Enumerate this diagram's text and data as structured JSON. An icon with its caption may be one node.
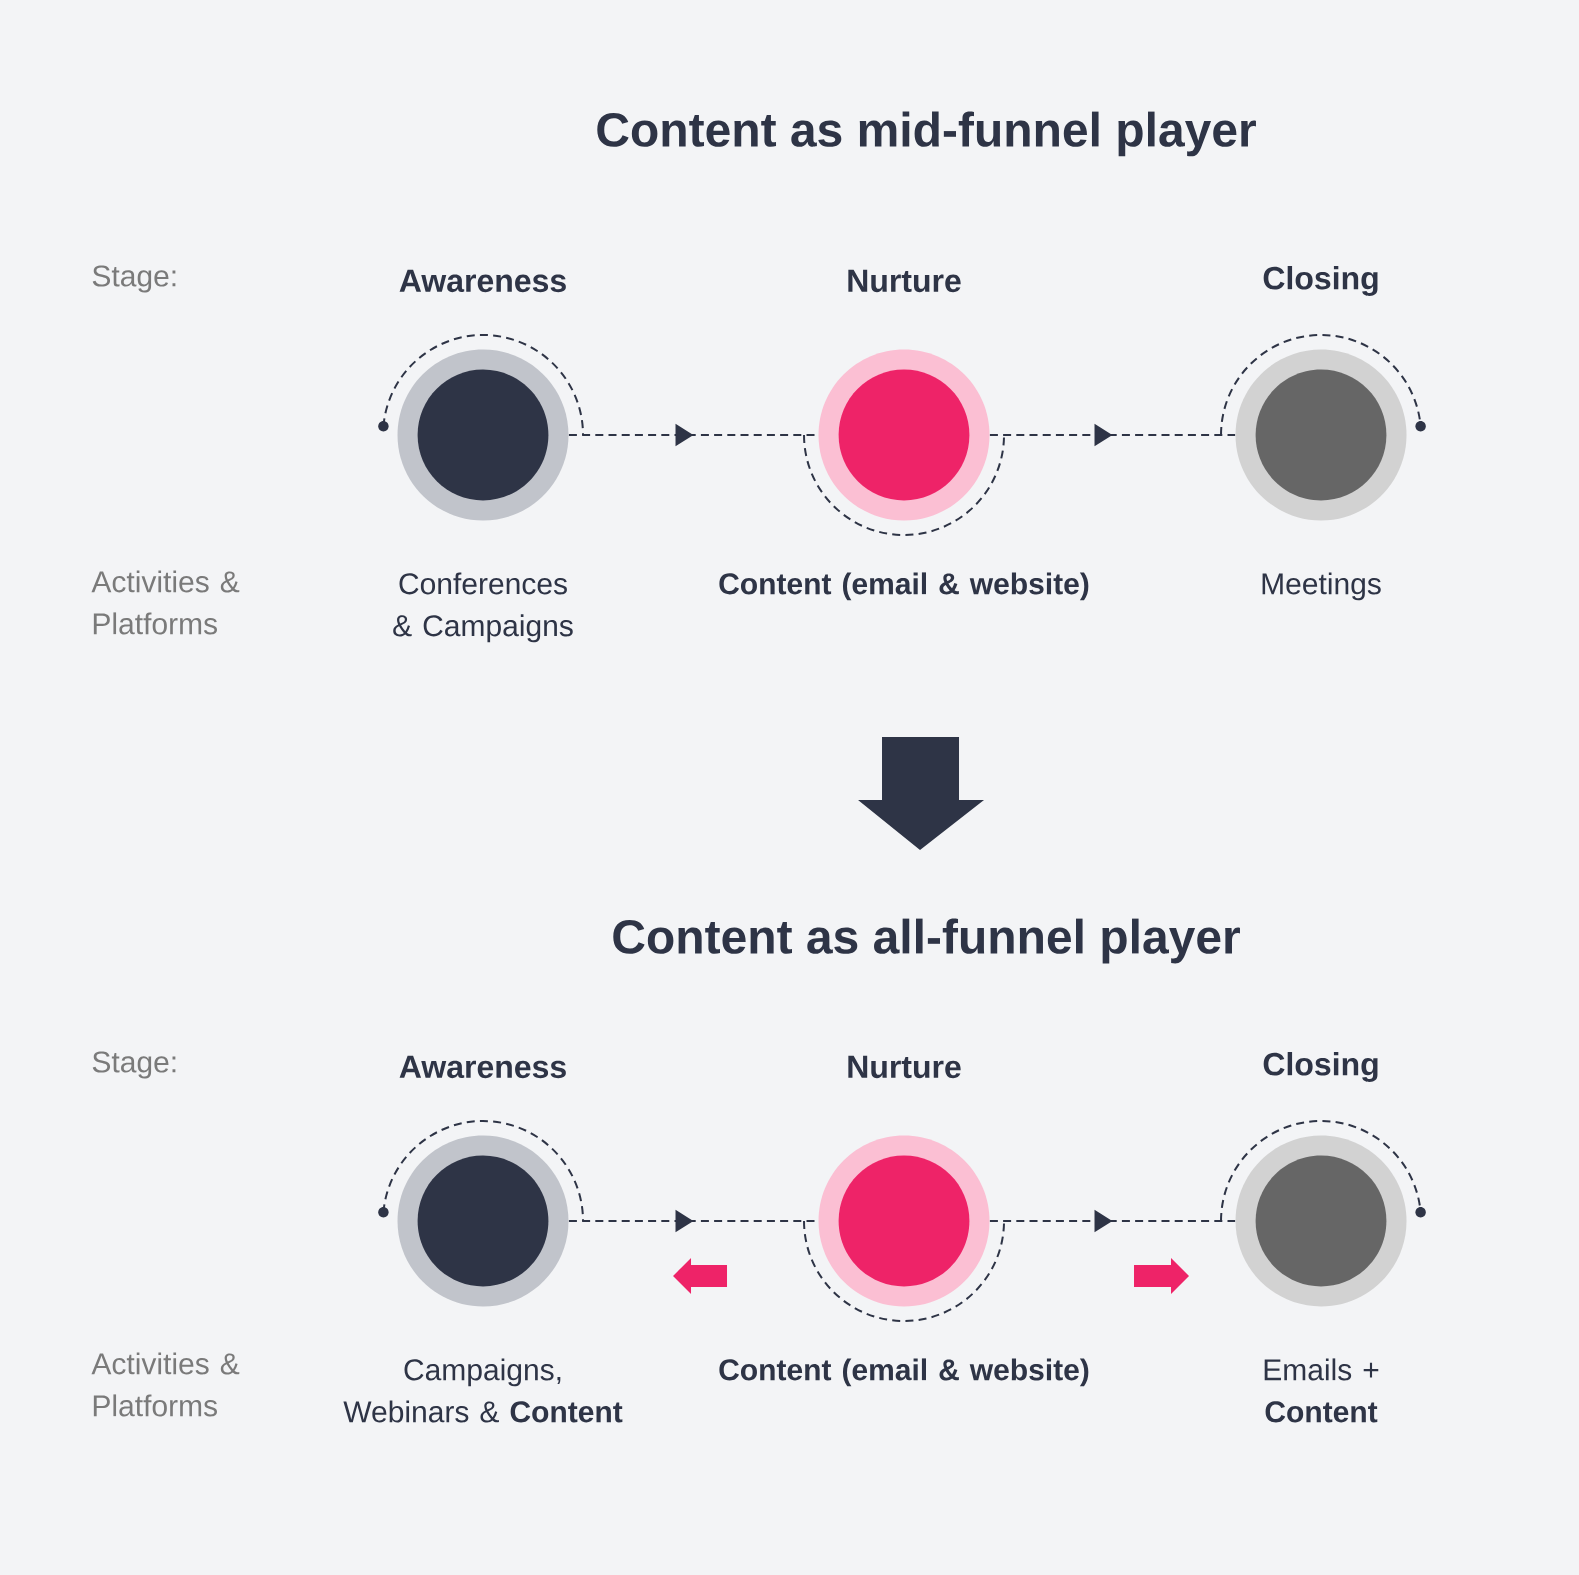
{
  "diagram": {
    "title": "Content as mid-funnel player",
    "nodes": [
      {
        "text": [
          "Awareness"
        ],
        "beside": [
          "Conferences & Campaigns"
        ]
      },
      {
        "text": [
          "Nurture"
        ],
        "beside": [
          "Content (email & website)"
        ]
      },
      {
        "text": [
          "Closing"
        ],
        "beside": [
          "Meetings"
        ]
      },
      {
        "text": [
          "Awareness"
        ],
        "beside": [
          "Campaigns, Webinars & **Content**"
        ]
      },
      {
        "text": [
          "Nurture"
        ],
        "beside": [
          "Content (email & website)"
        ]
      },
      {
        "text": [
          "Closing"
        ],
        "beside": [
          "Emails + **Content**"
        ]
      }
    ],
    "edges": [
      {
        "from": 0,
        "to": 1,
        "arrow": "to",
        "style": "dashed"
      },
      {
        "from": 1,
        "to": 2,
        "arrow": "to",
        "style": "dashed"
      },
      {
        "from": 3,
        "to": 4,
        "arrow": "to",
        "style": "dashed"
      },
      {
        "from": 4,
        "to": 5,
        "arrow": "to",
        "style": "dashed"
      }
    ],
    "labels": [
      "Stage:",
      "Activities & Platforms",
      "Content as all-funnel player",
      "Stage:",
      "Activities & Platforms"
    ]
  }
}
